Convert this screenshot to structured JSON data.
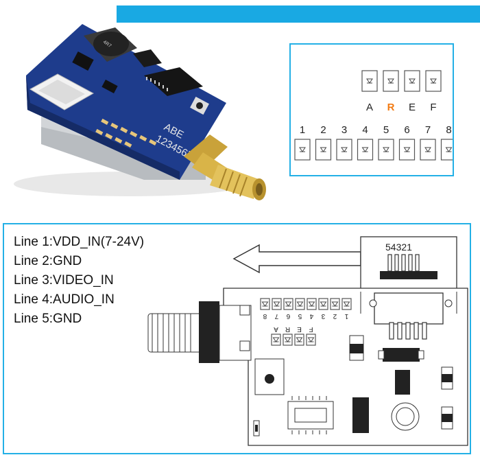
{
  "led_panel": {
    "letter_labels": [
      "A",
      "R",
      "E",
      "F"
    ],
    "highlight_color": "#f27a12",
    "number_labels": [
      "1",
      "2",
      "3",
      "4",
      "5",
      "6",
      "7",
      "8"
    ]
  },
  "pinout": {
    "lines": [
      "Line 1:VDD_IN(7-24V)",
      "Line 2:GND",
      "Line 3:VIDEO_IN",
      "Line 4:AUDIO_IN",
      "Line 5:GND"
    ],
    "connector_pins": "54321"
  },
  "board": {
    "pcb_numbers": "12345678",
    "pcb_letters": "AREF",
    "board_silk_top": "ABE",
    "board_silk_numbers": "12345678"
  },
  "colors": {
    "accent_blue": "#19a9e3",
    "panel_border": "#23b0e6",
    "pcb_blue": "#1e3c8c",
    "antenna_gold": "#c9a23a"
  }
}
